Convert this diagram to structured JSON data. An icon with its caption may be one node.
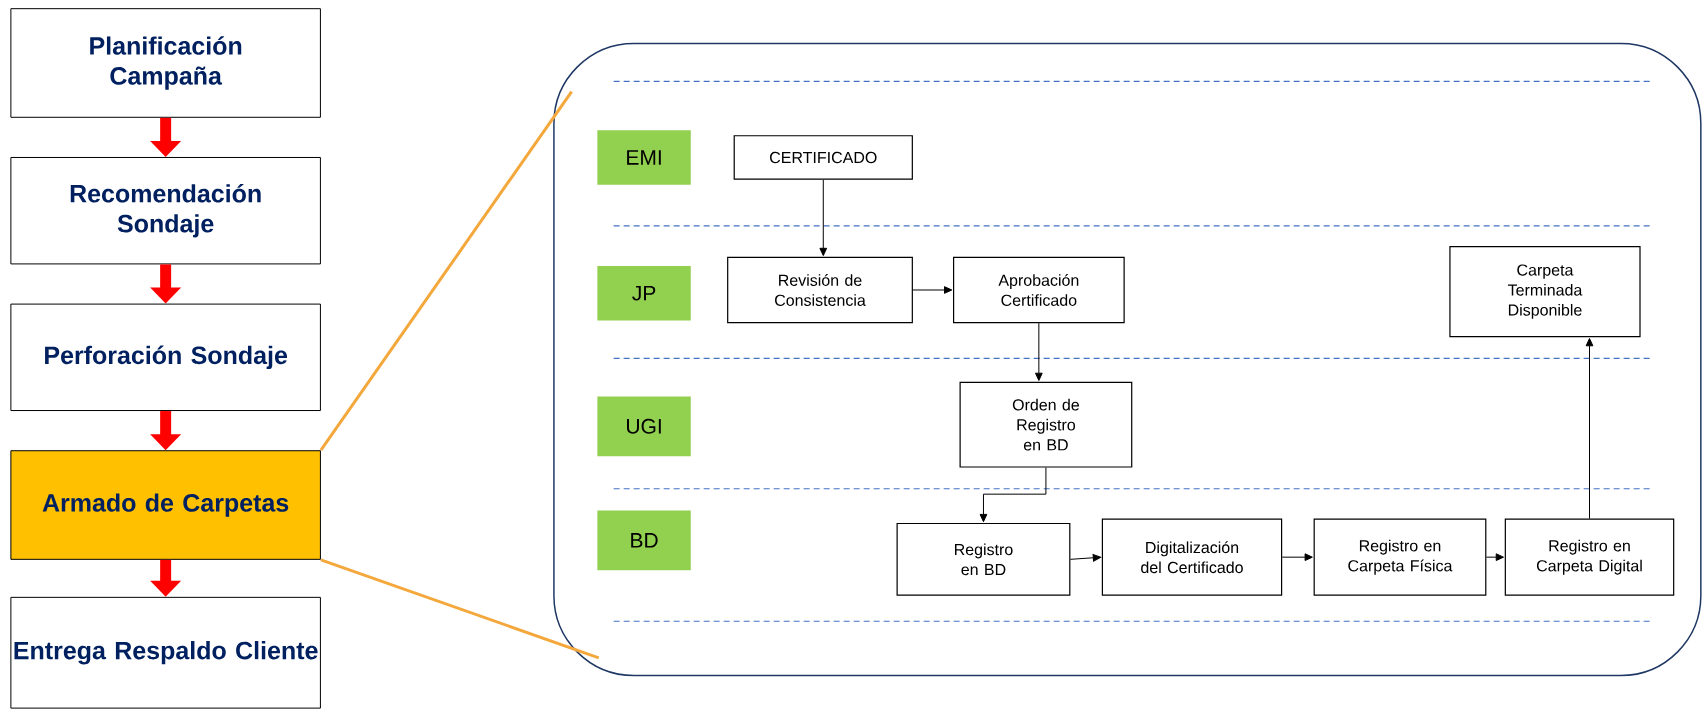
{
  "diagram": {
    "nodes": [
      {
        "text": [
          "Planificación Campaña"
        ]
      },
      {
        "text": [
          "Recomendación Sondaje"
        ]
      },
      {
        "text": [
          "Perforación Sondaje"
        ]
      },
      {
        "text": [
          "Armado de Carpetas"
        ]
      },
      {
        "text": [
          "Entrega Respaldo Cliente"
        ]
      },
      {
        "text": [],
        "shape": "box"
      },
      {
        "text": [
          "EMI"
        ],
        "in": 5
      },
      {
        "text": [
          "CERTIFICADO"
        ],
        "in": 5
      },
      {
        "text": [
          "JP"
        ],
        "in": 5
      },
      {
        "text": [
          "Revisión de Consistencia"
        ],
        "in": 5
      },
      {
        "text": [
          "Aprobación Certificado"
        ],
        "in": 5
      },
      {
        "text": [
          "Carpeta Terminada Disponible"
        ],
        "in": 5
      },
      {
        "text": [
          "UGI"
        ],
        "in": 5
      },
      {
        "text": [
          "Orden de Registro en BD"
        ],
        "in": 5
      },
      {
        "text": [
          "BD"
        ],
        "in": 5
      },
      {
        "text": [
          "Registro en BD"
        ],
        "in": 5
      },
      {
        "text": [
          "Digitalización del Certificado"
        ],
        "in": 5
      },
      {
        "text": [
          "Registro en Carpeta Física"
        ],
        "in": 5
      },
      {
        "text": [
          "Registro en Carpeta Digital"
        ],
        "in": 5
      }
    ],
    "edges": [
      {
        "from": 0,
        "to": 1,
        "arrow": "to",
        "style": "thick",
        "color": "#ff0000"
      },
      {
        "from": 1,
        "to": 2,
        "arrow": "to",
        "style": "thick",
        "color": "#ff0000"
      },
      {
        "from": 2,
        "to": 3,
        "arrow": "to",
        "style": "thick",
        "color": "#ff0000"
      },
      {
        "from": 3,
        "to": 4,
        "arrow": "to",
        "style": "thick",
        "color": "#ff0000"
      },
      {
        "from": 3,
        "to": 5,
        "arrow": "none",
        "color": "#f4a83c"
      },
      {
        "from": 3,
        "to": 5,
        "arrow": "none",
        "color": "#f4a83c"
      },
      {
        "from": 7,
        "to": 9,
        "arrow": "to"
      },
      {
        "from": 9,
        "to": 10,
        "arrow": "to"
      },
      {
        "from": 10,
        "to": 13,
        "arrow": "to"
      },
      {
        "from": 13,
        "to": 15,
        "arrow": "to"
      },
      {
        "from": 15,
        "to": 16,
        "arrow": "to"
      },
      {
        "from": 16,
        "to": 17,
        "arrow": "to"
      },
      {
        "from": 17,
        "to": 18,
        "arrow": "to"
      },
      {
        "from": 18,
        "to": 11,
        "arrow": "to"
      }
    ]
  }
}
